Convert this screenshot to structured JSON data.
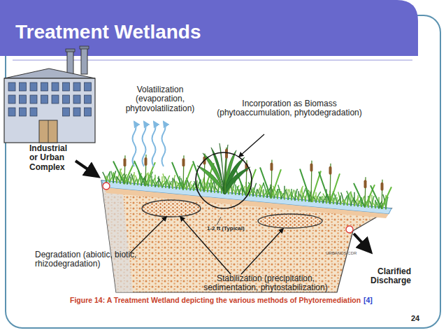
{
  "diagram": {
    "title": "Treatment Wetlands",
    "caption": "Figure 14: A Treatment Wetland depicting the various methods of Phytoremediation",
    "labels": [
      "Volatilization (evaporation, phytovolatilization)",
      "Incorporation as Biomass (phytoaccumulation, phytodegradation)",
      "Industrial or Urban Complex",
      "1-2 ft (Typical)",
      "URBANOS.CDR",
      "Degradation (abiotic, biotic, rhizodegradation)",
      "Stabilization (precipitation, sedimentation, phytostabilization)",
      "Clarified Discharge",
      "[4]",
      "24"
    ]
  }
}
